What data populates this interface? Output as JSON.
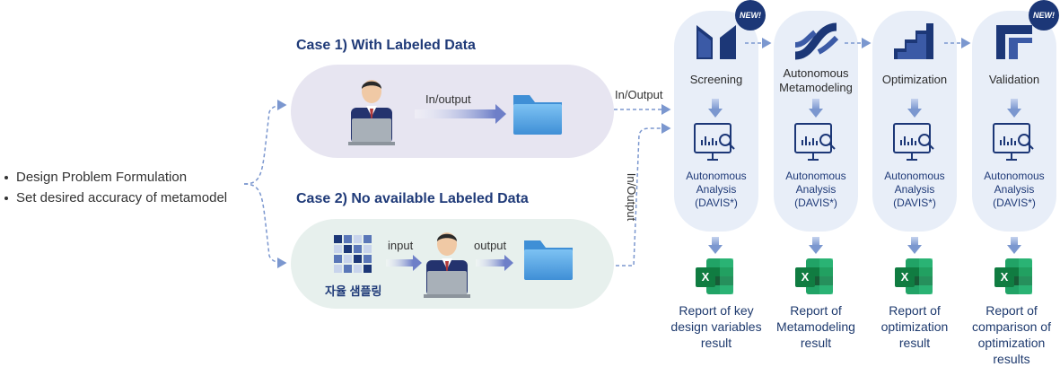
{
  "bullets": [
    "Design Problem Formulation",
    "Set desired accuracy of metamodel"
  ],
  "case1": {
    "title": "Case 1) With Labeled Data",
    "arrow_label": "In/output"
  },
  "case2": {
    "title": "Case 2) No available Labeled Data",
    "input_label": "input",
    "output_label": "output",
    "sampling_label": "자율 샘플링"
  },
  "connectors": {
    "top": "In/Output",
    "bottom": "In/Output"
  },
  "stages": [
    {
      "label": "Screening",
      "new": true,
      "analysis": [
        "Autonomous",
        "Analysis",
        "(DAVIS*)"
      ],
      "report": [
        "Report of key",
        "design variables",
        "result"
      ]
    },
    {
      "label": "Autonomous Metamodeling",
      "new": false,
      "analysis": [
        "Autonomous",
        "Analysis",
        "(DAVIS*)"
      ],
      "report": [
        "Report of",
        "Metamodeling",
        "result"
      ]
    },
    {
      "label": "Optimization",
      "new": false,
      "analysis": [
        "Autonomous",
        "Analysis",
        "(DAVIS*)"
      ],
      "report": [
        "Report of",
        "optimization",
        "result"
      ]
    },
    {
      "label": "Validation",
      "new": true,
      "analysis": [
        "Autonomous",
        "Analysis",
        "(DAVIS*)"
      ],
      "report": [
        "Report of",
        "comparison of",
        "optimization",
        "results"
      ]
    }
  ],
  "badge_text": "NEW!",
  "excel_letter": "X",
  "colors": {
    "navy": "#1c3777",
    "column_bg": "#e8eef8",
    "case1_bg": "#e7e5f1",
    "case2_bg": "#e7f0ed",
    "arrow": "#7b97cf",
    "folder": "#5aa9e6",
    "excel": "#1d7a43"
  }
}
